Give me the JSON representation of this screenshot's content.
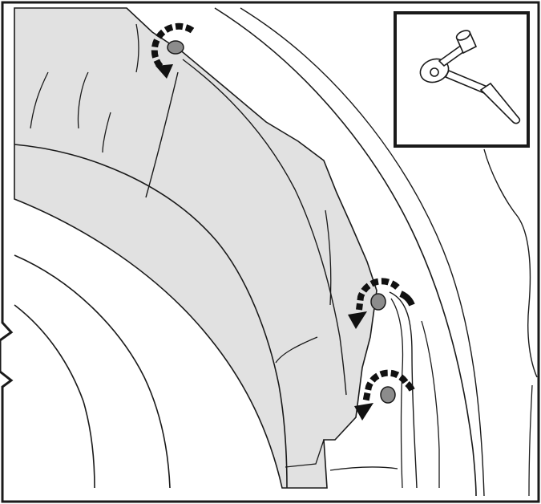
{
  "diagram": {
    "kind": "repair-manual-illustration",
    "subject": "wheel-well-liner-fastener-removal",
    "fastener_count": 3,
    "rotation_direction": "counterclockwise",
    "inset_tool": "ratchet-with-socket",
    "icons": [
      "rotate-ccw-arrow-icon",
      "ratchet-wrench-icon"
    ]
  },
  "colors": {
    "line": "#1a1a1a",
    "liner_fill": "#e1e1e1",
    "fastener_fill": "#8c8c8c",
    "arrow_fill": "#111111",
    "background": "#ffffff"
  }
}
